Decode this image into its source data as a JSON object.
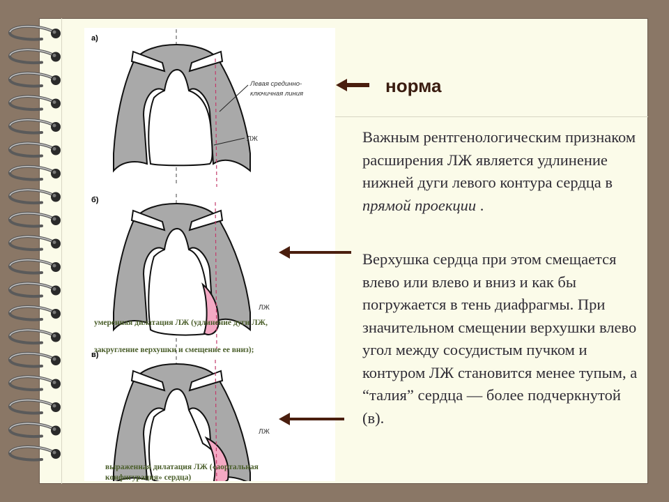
{
  "panel_labels": {
    "a": "а)",
    "b": "б)",
    "c": "в)"
  },
  "diagram_labels": {
    "midclavicular_line": [
      "Левая срединно-",
      "ключичная линия"
    ],
    "lv_a": "ЛЖ",
    "lv_b": "ЛЖ",
    "lv_c": "ЛЖ"
  },
  "captions": {
    "b_line1": "умеренная дилатация ЛЖ (удлинение дуги ЛЖ,",
    "b_line2": "закругление верхушки и смещение ее вниз);",
    "c_line1": "выраженная дилатация ЛЖ («аортальная",
    "c_line2": "конфигурация» сердца)"
  },
  "heading": "норма",
  "paragraph1": {
    "main": "Важным рентгенологическим признаком расширения ЛЖ является удлинение нижней дуги левого контура сердца в ",
    "italic": "прямой проекции",
    "tail": " ."
  },
  "paragraph2": " Верхушка сердца при этом смещается влево или влево и вниз и как бы погружается в тень диафрагмы. При значительном смещении верхушки влево угол между сосудистым пучком и контуром ЛЖ становится менее тупым, а “талия” сердца — более подчеркнутой (в).",
  "colors": {
    "background": "#8a7766",
    "page": "#fbfbe9",
    "lung": "#a9a9a9",
    "dilation": "#f4a9c4",
    "arrow": "#4a1e0e"
  }
}
